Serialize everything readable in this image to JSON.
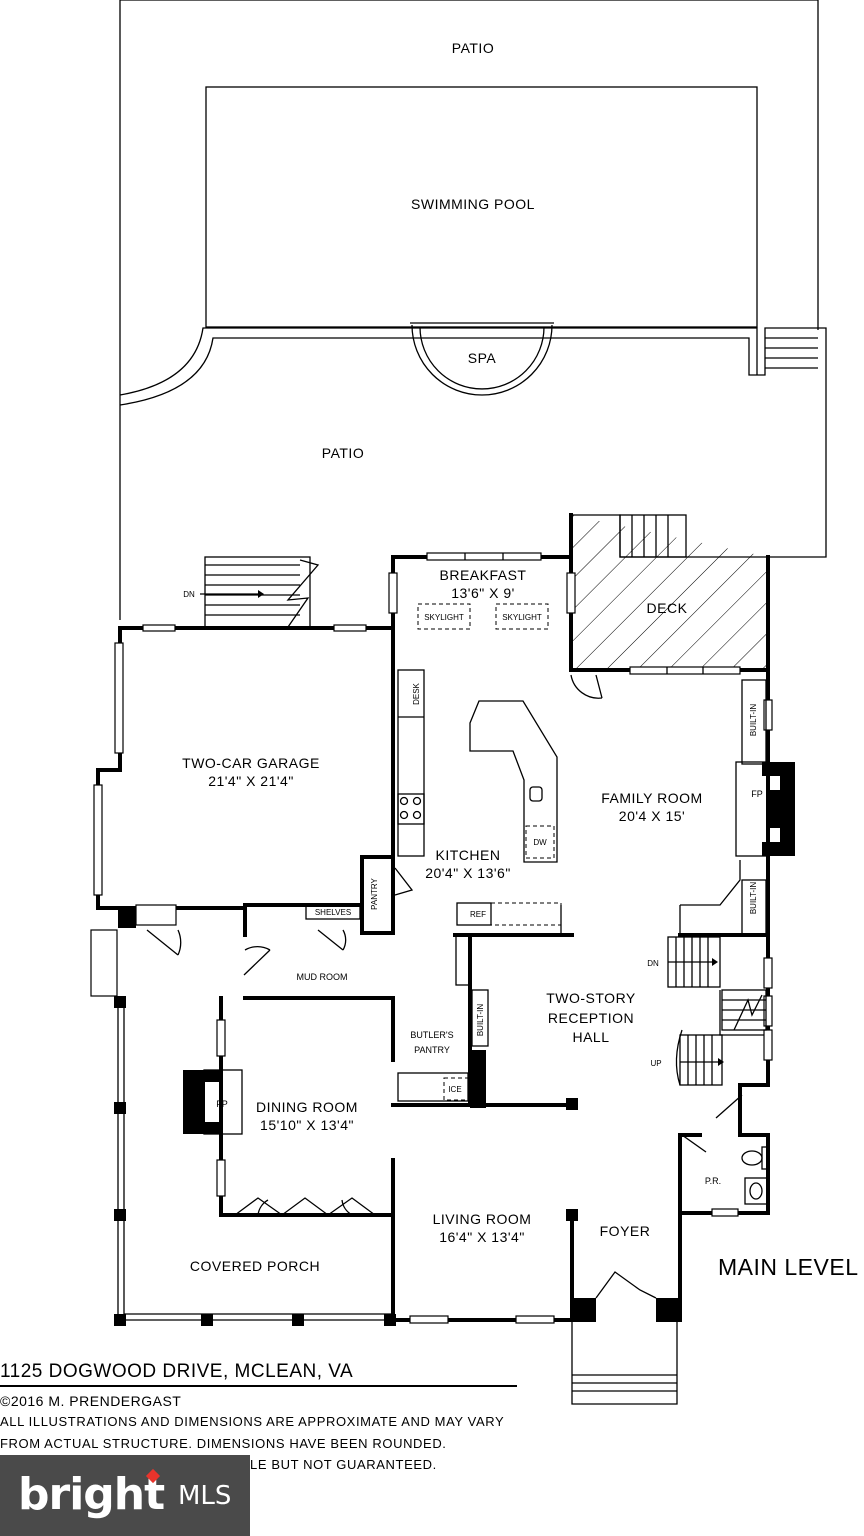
{
  "rooms": {
    "patio_top": "PATIO",
    "swimming_pool": "SWIMMING POOL",
    "spa": "SPA",
    "patio": "PATIO",
    "breakfast": "BREAKFAST",
    "breakfast_dim": "13'6\" X 9'",
    "skylight_1": "SKYLIGHT",
    "skylight_2": "SKYLIGHT",
    "deck": "DECK",
    "dn_top": "DN",
    "desk": "DESK",
    "two_car_garage": "TWO-CAR GARAGE",
    "two_car_garage_dim": "21'4\" X 21'4\"",
    "family_room": "FAMILY ROOM",
    "family_room_dim": "20'4 X  15'",
    "fp_family": "FP",
    "built_in_1": "BUILT-IN",
    "built_in_2": "BUILT-IN",
    "kitchen": "KITCHEN",
    "kitchen_dim": "20'4\" X 13'6\"",
    "dw": "DW",
    "pantry": "PANTRY",
    "shelves": "SHELVES",
    "ref": "REF",
    "mud_room": "MUD ROOM",
    "dn_hall": "DN",
    "reception_1": "TWO-STORY",
    "reception_2": "RECEPTION",
    "reception_3": "HALL",
    "built_in_3": "BUILT-IN",
    "butlers_1": "BUTLER'S",
    "butlers_2": "PANTRY",
    "ice": "ICE",
    "up": "UP",
    "fp_dining": "FP",
    "dining_room": "DINING ROOM",
    "dining_room_dim": "15'10\" X 13'4\"",
    "pr": "P.R.",
    "living_room": "LIVING ROOM",
    "living_room_dim": "16'4\" X 13'4\"",
    "foyer": "FOYER",
    "covered_porch": "COVERED PORCH"
  },
  "level_title": "MAIN LEVEL",
  "footer": {
    "address": "1125 DOGWOOD DRIVE, MCLEAN, VA",
    "copyright": "©2016 M. PRENDERGAST",
    "note_line1": "ALL ILLUSTRATIONS AND DIMENSIONS ARE APPROXIMATE AND MAY VARY",
    "note_line2": "FROM ACTUAL STRUCTURE. DIMENSIONS HAVE BEEN ROUNDED.",
    "note_line3": "LE BUT NOT GUARANTEED."
  },
  "logo": {
    "brand": "bright",
    "suffix": "MLS",
    "accent_color": "#e8342c"
  }
}
